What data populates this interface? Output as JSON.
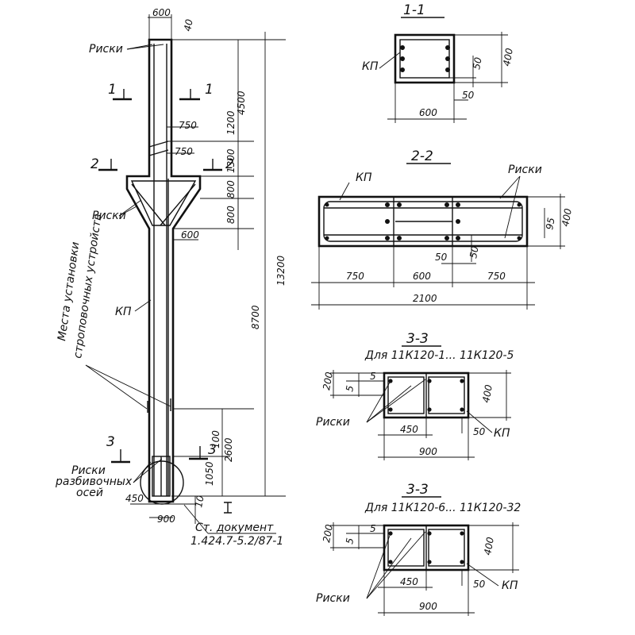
{
  "elevation": {
    "dims": {
      "top_width": "600",
      "top_offset": "40",
      "d1200": "1200",
      "d4500": "4500",
      "d13200": "13200",
      "d750_a": "750",
      "d750_b": "750",
      "d1300": "1300",
      "d800_a": "800",
      "d800_b": "800",
      "d600": "600",
      "d8700": "8700",
      "d2600": "2600",
      "d100": "100",
      "d1050": "1050",
      "d450": "450",
      "d900": "900",
      "d10": "10"
    },
    "labels": {
      "riski_top": "Риски",
      "riski_mid": "Риски",
      "kp": "КП",
      "mount_line1": "Места установки",
      "mount_line2": "строповочных устройств",
      "riski_bottom_1": "Риски",
      "riski_bottom_2": "разбивочных",
      "riski_bottom_3": "осей",
      "doc_line1": "Ст. документ",
      "doc_line2": "1.424.7-5.2/87-1",
      "cut1_left": "1",
      "cut1_right": "1",
      "cut2_left": "2",
      "cut2_right": "2",
      "cut3_left": "3",
      "cut3_right": "3",
      "roman_one": "I"
    }
  },
  "section_1_1": {
    "title": "1-1",
    "kp": "КП",
    "d600": "600",
    "d400": "400",
    "d50_a": "50",
    "d50_b": "50"
  },
  "section_2_2": {
    "title": "2-2",
    "kp": "КП",
    "riski": "Риски",
    "d750_left": "750",
    "d600": "600",
    "d750_right": "750",
    "d2100": "2100",
    "d95": "95",
    "d400": "400",
    "d50_a": "50",
    "d50_b": "50"
  },
  "section_3_3_a": {
    "title": "3-3",
    "subtitle": "Для 11К120-1... 11К120-5",
    "riski": "Риски",
    "kp": "КП",
    "d200": "200",
    "d5_a": "5",
    "d5_b": "5",
    "d450": "450",
    "d900": "900",
    "d50": "50",
    "d400": "400"
  },
  "section_3_3_b": {
    "title": "3-3",
    "subtitle": "Для 11К120-6... 11К120-32",
    "riski": "Риски",
    "kp": "КП",
    "d200": "200",
    "d5_a": "5",
    "d5_b": "5",
    "d450": "450",
    "d900": "900",
    "d50": "50",
    "d400": "400"
  }
}
